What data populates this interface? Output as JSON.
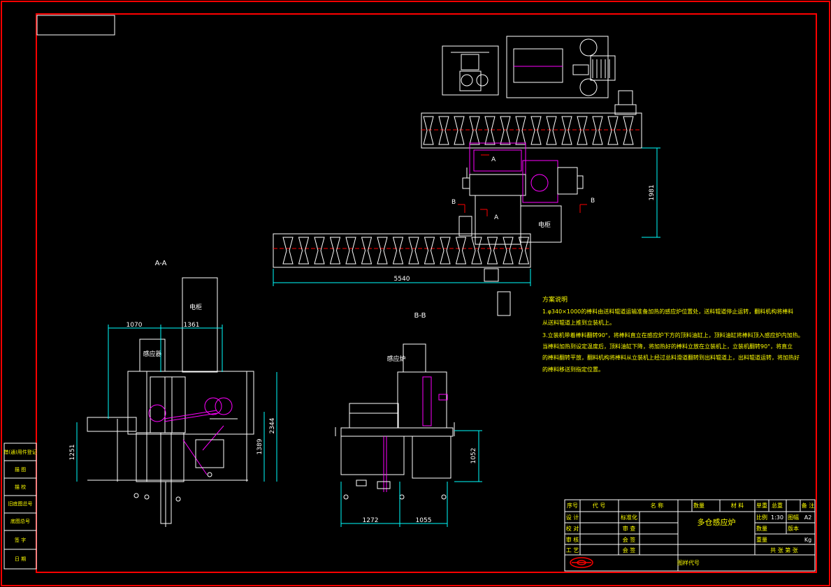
{
  "colors": {
    "background": "#000000",
    "border": "#ff0000",
    "line": "#ffffff",
    "highlight": "#ff00ff",
    "dimension": "#00ffff",
    "title_text": "#ffff00",
    "notes_text": "#ffff00"
  },
  "views": {
    "aa_label": "A-A",
    "bb_label": "B-B",
    "section_a": "A",
    "section_b": "B"
  },
  "labels": {
    "cabinet_left": "电柜",
    "furnace_left": "感应器",
    "furnace_right": "感应炉",
    "cabinet_top": "电柜"
  },
  "dimensions": {
    "top_length": "5540",
    "top_height": "1981",
    "aa_width1": "1070",
    "aa_width2": "1361",
    "aa_height1": "1251",
    "aa_height2": "1389",
    "aa_height3": "2344",
    "bb_width1": "1272",
    "bb_width2": "1055",
    "bb_height": "1052"
  },
  "notes": {
    "title": "方案说明",
    "line1": "1.φ340×1000的棒料由送料辊道运输准备加热的感应炉位置处，送料辊道停止运转，翻料机构将棒料",
    "line2": "从送料辊道上推到立装机上。",
    "line3": "3.立装机带着棒料翻转90°，将棒料直立在感应炉下方的顶料油缸上，顶料油缸将棒料顶入感应炉内加热。",
    "line4": "当棒料加热到设定温度后，顶料油缸下降，将加热好的棒料立放在立装机上，立装机翻转90°，将直立",
    "line5": "的棒料翻转平放，翻料机构将棒料从立装机上经过总料滑道翻转到出料辊道上，出料辊道运转，将加热好",
    "line6": "的棒料移送到指定位置。"
  },
  "left_strip": [
    "借(通)用件登记",
    "描  图",
    "描  校",
    "旧底图总号",
    "底图总号",
    "签  字",
    "日  期"
  ],
  "title_block": {
    "headers": [
      "序号",
      "代  号",
      "名  称",
      "数量",
      "材  料",
      "单重",
      "总重",
      "备  注"
    ],
    "rows": [
      {
        "role": "设  计",
        "sig": "标准化"
      },
      {
        "role": "校  对",
        "sig": "审  查"
      },
      {
        "role": "审  核",
        "sig": "会  签"
      },
      {
        "role": "工  艺",
        "sig": "会  签"
      }
    ],
    "drawing_name": "多仓感应炉",
    "scale_label": "比例",
    "scale_value": "1:30",
    "sheet_label": "图幅",
    "sheet_value": "A2",
    "qty_label": "数量",
    "version_label": "版本",
    "weight_label": "重量",
    "weight_unit": "Kg",
    "sheets_text": "共    张    第    张",
    "drawing_no_label": "图样代号"
  }
}
